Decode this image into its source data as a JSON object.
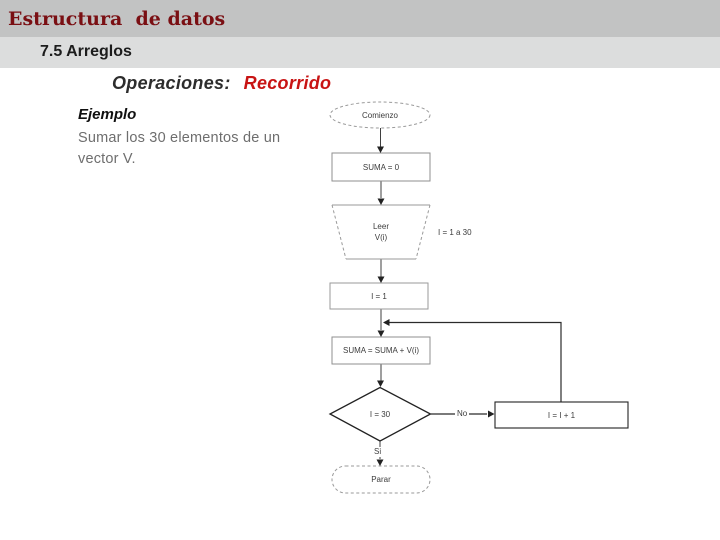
{
  "header": {
    "title": "Estructura  de datos",
    "section": "7.5 Arreglos"
  },
  "subtitle": {
    "label": "Operaciones:",
    "highlight": "Recorrido"
  },
  "content": {
    "example_heading": "Ejemplo",
    "example_text": "Sumar los 30 elementos de un\nvector V."
  },
  "flowchart": {
    "nodes": {
      "start": "Comienzo",
      "init_sum": "SUMA = 0",
      "read": "Leer\nV(i)",
      "loop_range": "I = 1 a 30",
      "init_i": "I = 1",
      "accumulate": "SUMA = SUMA + V(i)",
      "condition": "I = 30",
      "no_label": "No",
      "increment": "I = I + 1",
      "yes_label": "Si",
      "end": "Parar"
    }
  },
  "colors": {
    "band_top": "#c2c3c3",
    "band_sub": "#dcdddd",
    "title_maroon": "#7a0f13",
    "highlight_red": "#c81414",
    "body_gray": "#6e6e6e",
    "shape_gray": "#9a9a9a",
    "shape_dark": "#222222"
  }
}
